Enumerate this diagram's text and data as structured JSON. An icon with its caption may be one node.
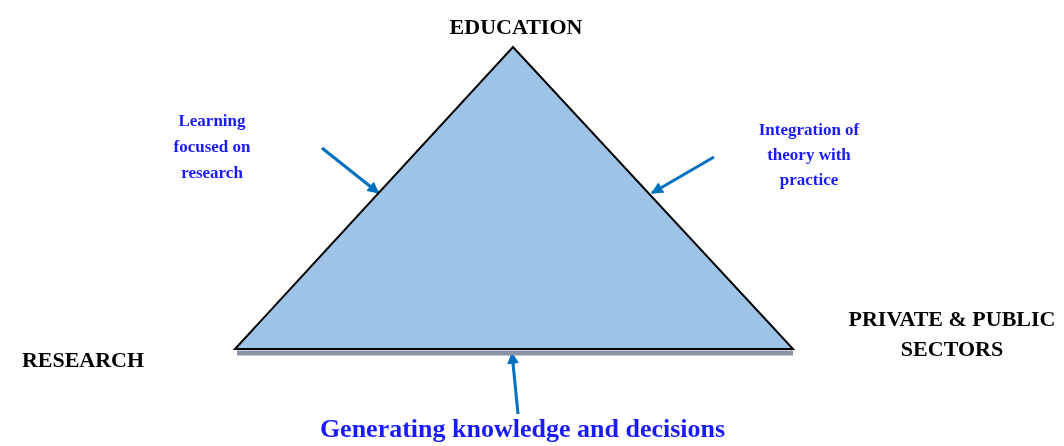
{
  "diagram": {
    "nodes": [
      {
        "text": [],
        "shape": "triangle"
      },
      {
        "text": [
          "Learning focused on research"
        ]
      },
      {
        "text": [
          "Integration of theory with practice"
        ]
      },
      {
        "text": [
          "Generating knowledge and decisions"
        ]
      }
    ],
    "edges": [
      {
        "from": 1,
        "to": 0,
        "arrow": "to"
      },
      {
        "from": 2,
        "to": 0,
        "arrow": "to"
      },
      {
        "from": 3,
        "to": 0,
        "arrow": "to"
      }
    ],
    "labels": [
      "EDUCATION",
      "RESEARCH",
      "PRIVATE & PUBLIC SECTORS"
    ]
  }
}
